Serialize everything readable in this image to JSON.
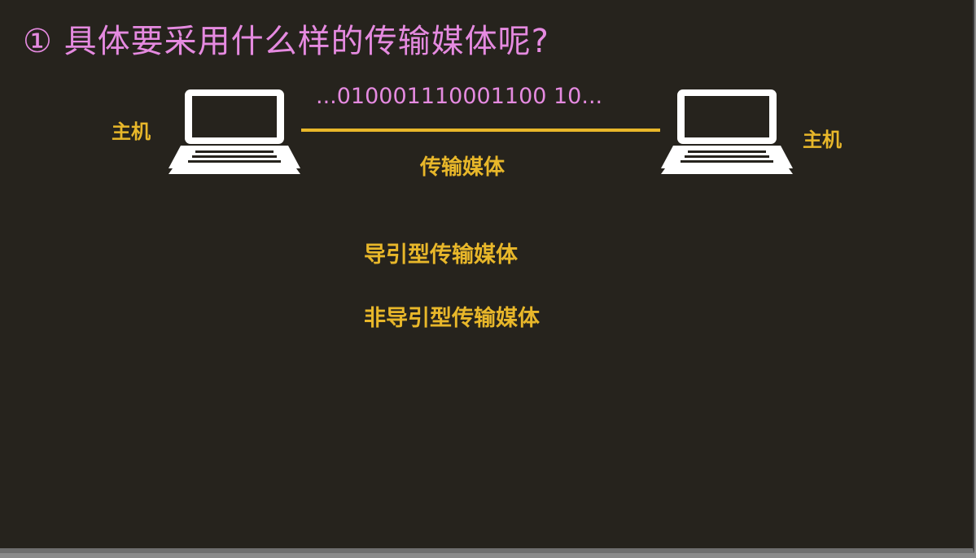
{
  "slide": {
    "title": "① 具体要采用什么样的传输媒体呢?",
    "host_left_label": "主机",
    "host_right_label": "主机",
    "bitstream": "...010001110001100 10...",
    "medium_label": "传输媒体",
    "media_types": [
      "导引型传输媒体",
      "非导引型传输媒体"
    ]
  },
  "icons": {
    "left_host": "laptop-icon",
    "right_host": "laptop-icon"
  },
  "colors": {
    "background": "#26231d",
    "title": "#e58ae0",
    "accent": "#e8b72a",
    "laptop": "#ffffff"
  }
}
